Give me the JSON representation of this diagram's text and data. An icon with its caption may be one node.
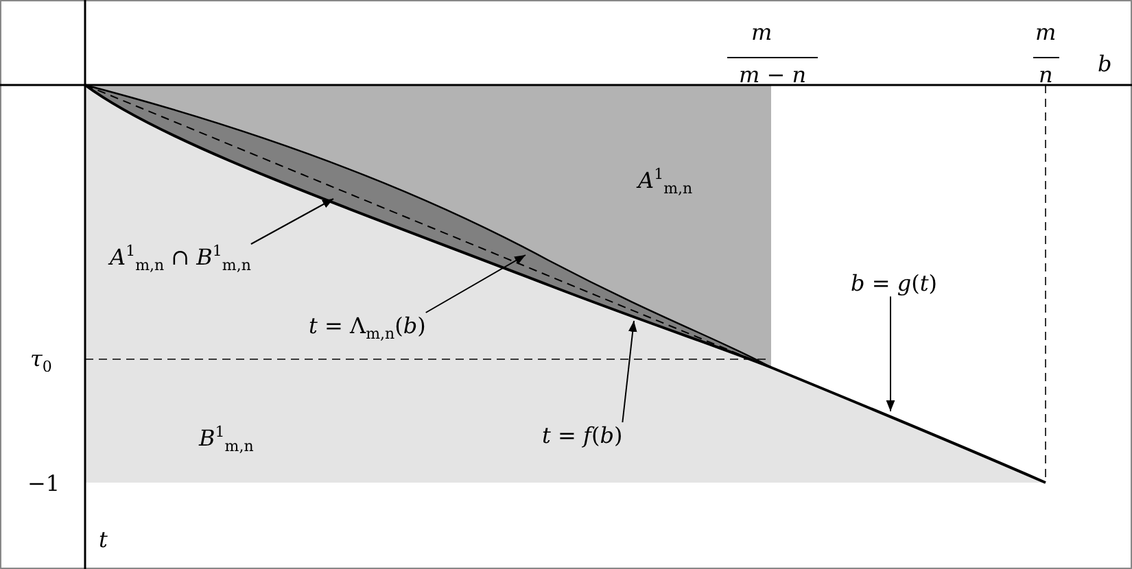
{
  "diagram": {
    "nodes": [
      {
        "text": [
          "*A*$^{1}$$_{m,n}$ ∩ *B*$^{1}$$_{m,n}$"
        ]
      },
      {
        "text": [
          "*t* = Λ$_{m,n}$(*b*)"
        ]
      },
      {
        "text": [
          "*t* = *f*(*b*)"
        ]
      },
      {
        "text": [
          "*b* = *g*(*t*)"
        ]
      }
    ],
    "edges": [
      {
        "from": 0,
        "to": null,
        "arrow": "to"
      },
      {
        "from": 1,
        "to": null,
        "arrow": "to"
      },
      {
        "from": 2,
        "to": null,
        "arrow": "to"
      },
      {
        "from": 3,
        "to": null,
        "arrow": "to"
      }
    ],
    "labels": [
      "*m*",
      "*m* − *n*",
      "*m*",
      "*n*",
      "*b*",
      "*A*$^{1}$$_{m,n}$",
      "*τ*$_{0}$",
      "*B*$^{1}$$_{m,n}$",
      "−1",
      "*t*"
    ]
  }
}
